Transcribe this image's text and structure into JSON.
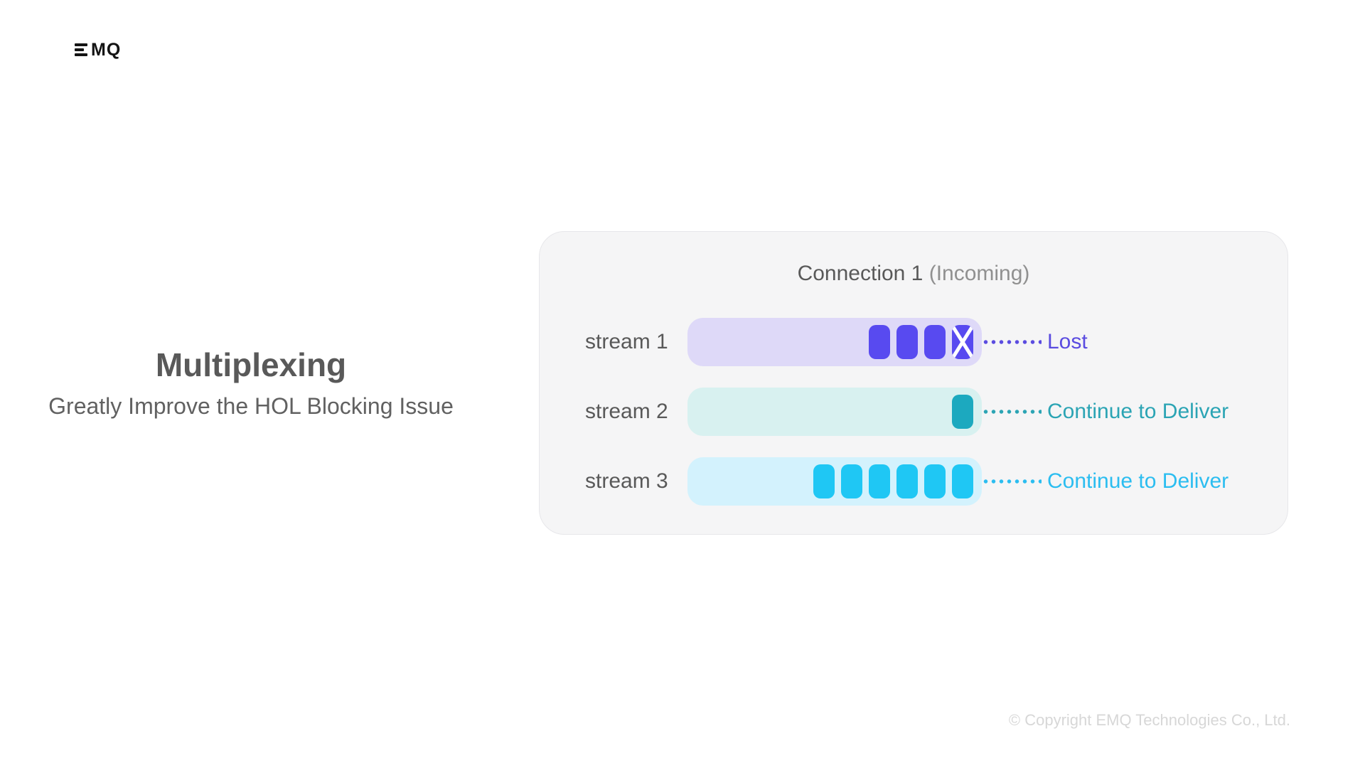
{
  "logo": {
    "text": "MQ"
  },
  "hero": {
    "title": "Multiplexing",
    "subtitle": "Greatly Improve the HOL Blocking Issue"
  },
  "panel": {
    "title_primary": "Connection 1",
    "title_secondary": " (Incoming)",
    "streams": [
      {
        "label": "stream 1",
        "blocks": 4,
        "last_block_lost": true,
        "status": "Lost"
      },
      {
        "label": "stream 2",
        "blocks": 1,
        "last_block_lost": false,
        "status": "Continue to Deliver"
      },
      {
        "label": "stream 3",
        "blocks": 6,
        "last_block_lost": false,
        "status": "Continue to Deliver"
      }
    ]
  },
  "colors": {
    "logo": "#141414",
    "title": "#595959",
    "subtitle": "#616161",
    "panel_bg": "#f5f5f6",
    "panel_border": "#e7e7ea",
    "header_primary": "#595959",
    "header_secondary": "#909090",
    "copyright": "#d7d7d7",
    "streams": [
      {
        "bar": "#ded9f8",
        "block": "#584af0",
        "accent": "#5a4be0"
      },
      {
        "bar": "#d8f1f0",
        "block": "#1ca9bf",
        "accent": "#2ba4b4"
      },
      {
        "bar": "#d3f2fd",
        "block": "#1fc7f4",
        "accent": "#2bbdf0"
      }
    ]
  },
  "footer": {
    "copyright": "© Copyright EMQ Technologies Co., Ltd."
  }
}
